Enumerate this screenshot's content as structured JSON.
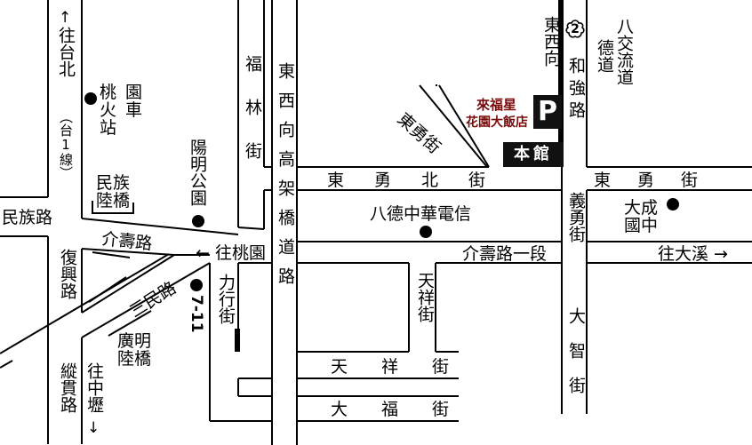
{
  "roads": {
    "dongxiang_viaduct": "東西向高架橋道路",
    "dongxiang_right": "東西向",
    "fulin": "福林街",
    "dongyong_north": "東勇北街",
    "dongyong_diag": "東勇街",
    "dongyong_east": "東勇街",
    "jieshou_duan": "介壽路一段",
    "jieshou": "介壽路",
    "minzu": "民族路",
    "fuxing": "復興路",
    "sanmin": "三民路",
    "zongguan": "縱貫路",
    "lixing": "力行街",
    "tianxiang_v": "天祥街",
    "tianxiang_h": "天祥街",
    "dafu": "大福街",
    "dazhi": "大智街",
    "yiyong": "義勇街",
    "hoqiang": "和強路",
    "jiaoliu": "八交流道",
    "deliu": "德道"
  },
  "directions": {
    "to_taipei": "往台北",
    "tai1": "（台1線）",
    "to_taoyuan": "往桃園",
    "to_daxi": "往大溪",
    "to_zhongli": "往中壢"
  },
  "places": {
    "station": "桃園火車站",
    "yangming_park": "陽明公園",
    "minzu_bridge": "民族陸橋",
    "guangming_bridge": "廣明陸橋",
    "cht": "八德中華電信",
    "dacheng": "大成國中",
    "seven_eleven": "7-11",
    "hotel_l1": "來福星",
    "hotel_l2": "花園大飯店",
    "parking": "P",
    "main_building": "本館",
    "route_no": "2"
  },
  "colors": {
    "road": "#000000",
    "hotel_text": "#7a0a0a",
    "label_box": "#111111"
  }
}
